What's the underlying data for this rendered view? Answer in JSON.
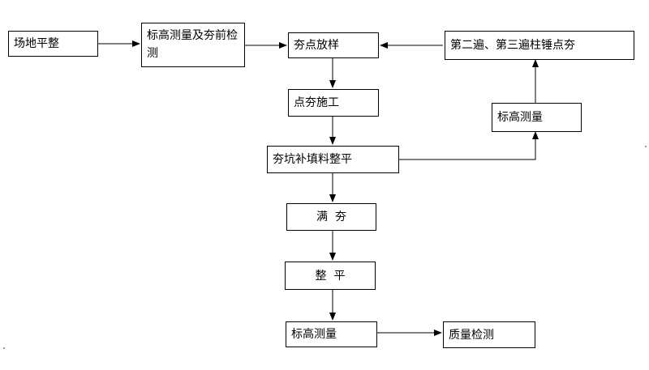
{
  "diagram": {
    "nodes": {
      "site_leveling": "场地平整",
      "survey_before": "标高测量及夯前检测",
      "tamp_layout": "夯点放样",
      "repeat_tamping": "第二遍、第三遍柱锤点夯",
      "point_tamping": "点夯施工",
      "survey_mid": "标高测量",
      "pit_backfill": "夯坑补填料整平",
      "full_tamping": "满  夯",
      "leveling": "整  平",
      "survey_final": "标高测量",
      "quality_check": "质量检测"
    },
    "edges": [
      {
        "from": "site_leveling",
        "to": "survey_before"
      },
      {
        "from": "survey_before",
        "to": "tamp_layout"
      },
      {
        "from": "repeat_tamping",
        "to": "tamp_layout"
      },
      {
        "from": "tamp_layout",
        "to": "point_tamping"
      },
      {
        "from": "point_tamping",
        "to": "pit_backfill"
      },
      {
        "from": "pit_backfill",
        "to": "survey_mid"
      },
      {
        "from": "survey_mid",
        "to": "repeat_tamping"
      },
      {
        "from": "pit_backfill",
        "to": "full_tamping"
      },
      {
        "from": "full_tamping",
        "to": "leveling"
      },
      {
        "from": "leveling",
        "to": "survey_final"
      },
      {
        "from": "survey_final",
        "to": "quality_check"
      }
    ]
  }
}
